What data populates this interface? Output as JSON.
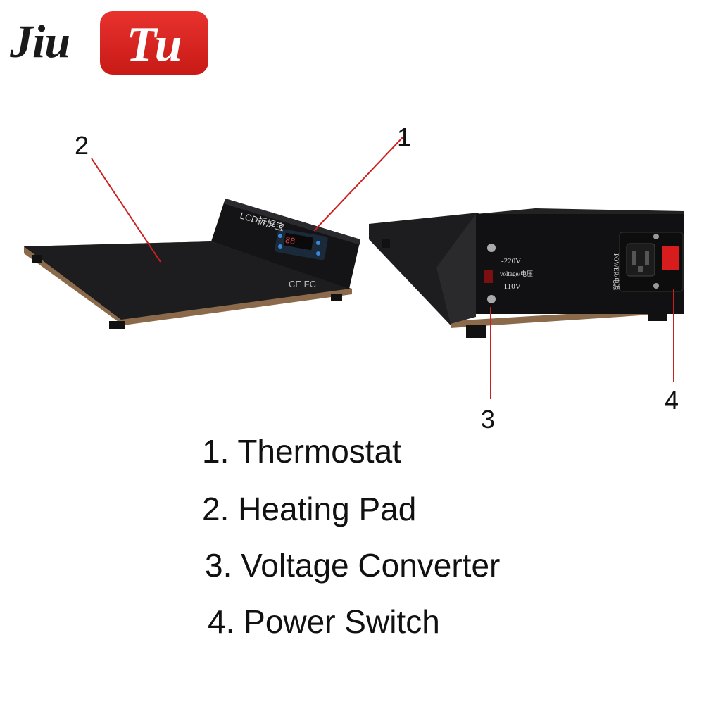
{
  "logo": {
    "part1": "Jiu",
    "part2": "Tu"
  },
  "callouts": [
    "1",
    "2",
    "3",
    "4"
  ],
  "device_labels": {
    "brand": "LCD拆屏宝",
    "voltage_high": "-220V",
    "voltage_mid": "voltage/电压",
    "voltage_low": "-110V",
    "power": "POWER/电源"
  },
  "legend": [
    "1. Thermostat",
    "2. Heating Pad",
    "3. Voltage Converter",
    "4. Power Switch"
  ]
}
